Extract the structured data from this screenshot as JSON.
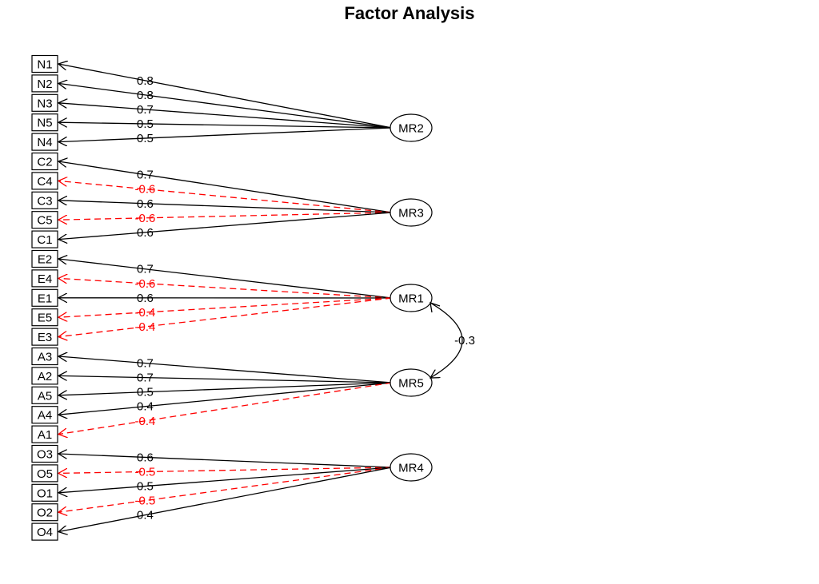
{
  "title": "Factor Analysis",
  "colors": {
    "positive": "#000000",
    "negative": "#ff0000"
  },
  "variables": [
    "N1",
    "N2",
    "N3",
    "N5",
    "N4",
    "C2",
    "C4",
    "C3",
    "C5",
    "C1",
    "E2",
    "E4",
    "E1",
    "E5",
    "E3",
    "A3",
    "A2",
    "A5",
    "A4",
    "A1",
    "O3",
    "O5",
    "O1",
    "O2",
    "O4"
  ],
  "factors": [
    "MR2",
    "MR3",
    "MR1",
    "MR5",
    "MR4"
  ],
  "loadings": [
    {
      "factor": "MR2",
      "variable": "N1",
      "value": 0.8
    },
    {
      "factor": "MR2",
      "variable": "N2",
      "value": 0.8
    },
    {
      "factor": "MR2",
      "variable": "N3",
      "value": 0.7
    },
    {
      "factor": "MR2",
      "variable": "N5",
      "value": 0.5
    },
    {
      "factor": "MR2",
      "variable": "N4",
      "value": 0.5
    },
    {
      "factor": "MR3",
      "variable": "C2",
      "value": 0.7
    },
    {
      "factor": "MR3",
      "variable": "C4",
      "value": -0.6
    },
    {
      "factor": "MR3",
      "variable": "C3",
      "value": 0.6
    },
    {
      "factor": "MR3",
      "variable": "C5",
      "value": -0.6
    },
    {
      "factor": "MR3",
      "variable": "C1",
      "value": 0.6
    },
    {
      "factor": "MR1",
      "variable": "E2",
      "value": 0.7
    },
    {
      "factor": "MR1",
      "variable": "E4",
      "value": -0.6
    },
    {
      "factor": "MR1",
      "variable": "E1",
      "value": 0.6
    },
    {
      "factor": "MR1",
      "variable": "E5",
      "value": -0.4
    },
    {
      "factor": "MR1",
      "variable": "E3",
      "value": -0.4
    },
    {
      "factor": "MR5",
      "variable": "A3",
      "value": 0.7
    },
    {
      "factor": "MR5",
      "variable": "A2",
      "value": 0.7
    },
    {
      "factor": "MR5",
      "variable": "A5",
      "value": 0.5
    },
    {
      "factor": "MR5",
      "variable": "A4",
      "value": 0.4
    },
    {
      "factor": "MR5",
      "variable": "A1",
      "value": -0.4
    },
    {
      "factor": "MR4",
      "variable": "O3",
      "value": 0.6
    },
    {
      "factor": "MR4",
      "variable": "O5",
      "value": -0.5
    },
    {
      "factor": "MR4",
      "variable": "O1",
      "value": 0.5
    },
    {
      "factor": "MR4",
      "variable": "O2",
      "value": -0.5
    },
    {
      "factor": "MR4",
      "variable": "O4",
      "value": 0.4
    }
  ],
  "correlations": [
    {
      "from": "MR1",
      "to": "MR5",
      "value": -0.3
    }
  ]
}
